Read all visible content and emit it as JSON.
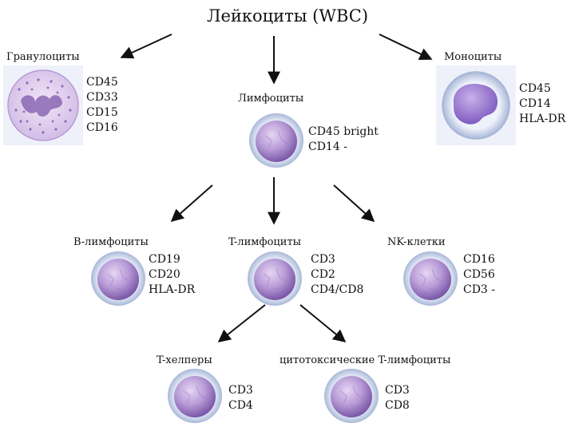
{
  "title": "Лейкоциты (WBC)",
  "granulocytes": {
    "label": "Гранулоциты",
    "markers": [
      "CD45",
      "CD33",
      "CD15",
      "CD16"
    ]
  },
  "monocytes": {
    "label": "Моноциты",
    "markers": [
      "CD45",
      "CD14",
      "HLA-DR"
    ]
  },
  "lymphocytes": {
    "label": "Лимфоциты",
    "markers": [
      "CD45 bright",
      "CD14 -"
    ]
  },
  "b_lymphocytes": {
    "label": "B-лимфоциты",
    "markers": [
      "CD19",
      "CD20",
      "HLA-DR"
    ]
  },
  "t_lymphocytes": {
    "label": "T-лимфоциты",
    "markers": [
      "CD3",
      "CD2",
      "CD4/CD8"
    ]
  },
  "nk_cells": {
    "label": "NK-клетки",
    "markers": [
      "CD16",
      "CD56",
      "CD3 -"
    ]
  },
  "t_helpers": {
    "label": "T-хелперы",
    "markers": [
      "CD3",
      "CD4"
    ]
  },
  "cytotoxic_t": {
    "label": "цитотоксические T-лимфоциты",
    "markers": [
      "CD3",
      "CD8"
    ]
  }
}
